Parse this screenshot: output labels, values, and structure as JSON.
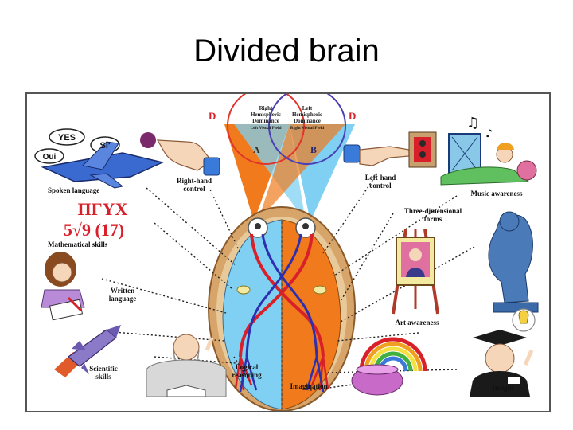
{
  "slide": {
    "title": "Divided brain"
  },
  "diagram": {
    "header_left": {
      "letter": "D",
      "line1": "Right",
      "line2": "Hemispheric",
      "line3": "Dominance",
      "line4": "Left Visual Field"
    },
    "header_right": {
      "letter": "D",
      "line1": "Left",
      "line2": "Hemispheric",
      "line3": "Dominance",
      "line4": "Right Visual Field"
    },
    "field_a": "A",
    "field_b": "B",
    "math_symbols_top": "ΠΓΥΧ",
    "math_symbols_bottom": "5√9 (17)",
    "speech_yes": "YES",
    "speech_si": "Si'",
    "speech_oui": "Oui",
    "labels": {
      "spoken_language": "Spoken language",
      "right_hand_control_1": "Right-hand",
      "right_hand_control_2": "control",
      "left_hand_control_1": "Left-hand",
      "left_hand_control_2": "control",
      "music_awareness": "Music awareness",
      "three_dimensional_1": "Three-dimensional",
      "three_dimensional_2": "forms",
      "mathematical_skills": "Mathematical skills",
      "written_language_1": "Written",
      "written_language_2": "language",
      "art_awareness": "Art awareness",
      "scientific_skills_1": "Scientific",
      "scientific_skills_2": "skills",
      "logical_reasoning_1": "Logical",
      "logical_reasoning_2": "reasoning",
      "imagination": "Imagination",
      "insight": "Insight"
    }
  },
  "colors": {
    "right_hemisphere": "#f07a1c",
    "left_hemisphere": "#7fd0f2",
    "pathway_red": "#d8202a",
    "pathway_blue": "#2b2fb0",
    "circle_red": "#e0342c",
    "circle_blue": "#4a3fb5"
  }
}
